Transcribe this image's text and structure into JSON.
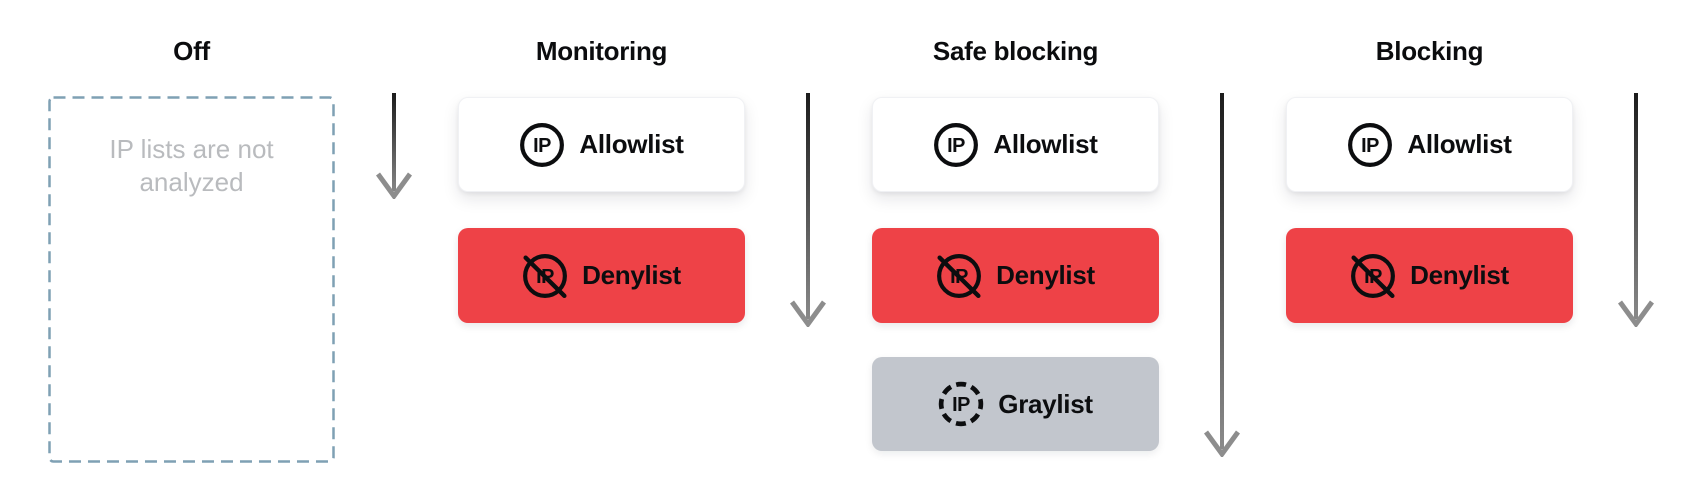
{
  "diagram": {
    "columns": [
      {
        "title": "Off",
        "type": "empty",
        "empty_text": "IP lists are not analyzed"
      },
      {
        "title": "Monitoring",
        "type": "cards",
        "cards": [
          {
            "label": "Allowlist",
            "icon": "ip-circle-icon",
            "variant": "allowlist"
          },
          {
            "label": "Denylist",
            "icon": "ip-crossed-icon",
            "variant": "denylist"
          }
        ]
      },
      {
        "title": "Safe blocking",
        "type": "cards",
        "cards": [
          {
            "label": "Allowlist",
            "icon": "ip-circle-icon",
            "variant": "allowlist"
          },
          {
            "label": "Denylist",
            "icon": "ip-crossed-icon",
            "variant": "denylist"
          },
          {
            "label": "Graylist",
            "icon": "ip-dashed-icon",
            "variant": "graylist"
          }
        ]
      },
      {
        "title": "Blocking",
        "type": "cards",
        "cards": [
          {
            "label": "Allowlist",
            "icon": "ip-circle-icon",
            "variant": "allowlist"
          },
          {
            "label": "Denylist",
            "icon": "ip-crossed-icon",
            "variant": "denylist"
          }
        ]
      }
    ],
    "arrows": [
      {
        "name": "arrow-after-off",
        "direction": "down",
        "length": "short"
      },
      {
        "name": "arrow-after-monitoring",
        "direction": "down",
        "length": "medium"
      },
      {
        "name": "arrow-after-safe-blocking",
        "direction": "down",
        "length": "long"
      },
      {
        "name": "arrow-after-blocking",
        "direction": "down",
        "length": "medium"
      }
    ]
  },
  "colors": {
    "text": "#0b0c0e",
    "card_bg": "#ffffff",
    "denylist_bg": "#ee4247",
    "graylist_bg": "#c2c6cd",
    "off_border": "#7fa0b4",
    "off_text": "#b9bbbe",
    "arrow_start": "#1c1c1c",
    "arrow_end": "#8d8d8d"
  }
}
